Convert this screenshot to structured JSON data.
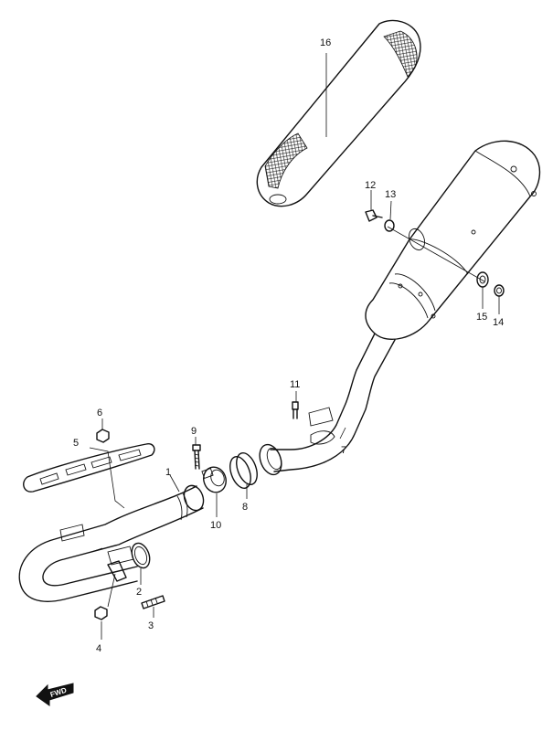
{
  "diagram": {
    "callouts": [
      {
        "id": "c1",
        "label": "1"
      },
      {
        "id": "c2",
        "label": "2"
      },
      {
        "id": "c3",
        "label": "3"
      },
      {
        "id": "c4",
        "label": "4"
      },
      {
        "id": "c5",
        "label": "5"
      },
      {
        "id": "c6",
        "label": "6"
      },
      {
        "id": "c7",
        "label": "7"
      },
      {
        "id": "c8",
        "label": "8"
      },
      {
        "id": "c9",
        "label": "9"
      },
      {
        "id": "c10",
        "label": "10"
      },
      {
        "id": "c11",
        "label": "11"
      },
      {
        "id": "c12",
        "label": "12"
      },
      {
        "id": "c13",
        "label": "13"
      },
      {
        "id": "c14",
        "label": "14"
      },
      {
        "id": "c15",
        "label": "15"
      },
      {
        "id": "c16",
        "label": "16"
      }
    ],
    "direction_marker": {
      "label": "FWD",
      "icon": "forward-arrow-icon"
    },
    "colors": {
      "line": "#111111",
      "background": "#ffffff"
    }
  }
}
